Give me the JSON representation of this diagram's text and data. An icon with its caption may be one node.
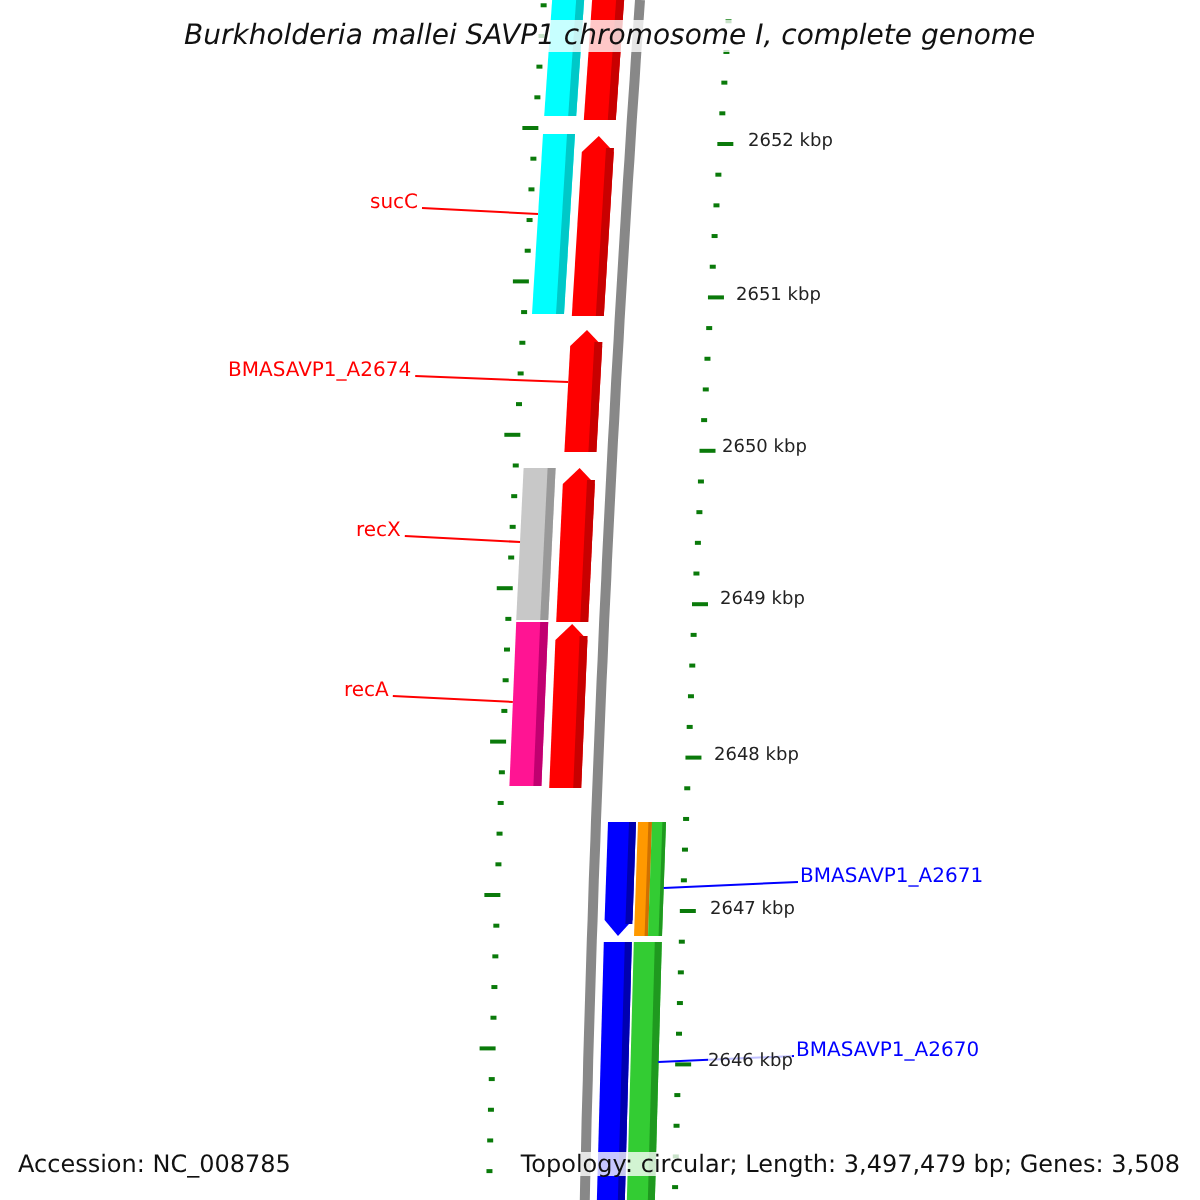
{
  "diagram": {
    "title": "Burkholderia mallei SAVP1 chromosome I, complete genome",
    "nodes": [
      {
        "text": [],
        "shape": "bar"
      },
      {
        "text": [],
        "shape": "bar"
      },
      {
        "text": [
          "sucC"
        ]
      },
      {
        "text": [],
        "shape": "bar"
      },
      {
        "text": [],
        "shape": "arrow"
      },
      {
        "text": [
          "BMASAVP1_A2674"
        ]
      },
      {
        "text": [],
        "shape": "arrow"
      },
      {
        "text": [
          "recX"
        ]
      },
      {
        "text": [],
        "shape": "bar"
      },
      {
        "text": [],
        "shape": "arrow"
      },
      {
        "text": [
          "recA"
        ]
      },
      {
        "text": [],
        "shape": "bar"
      },
      {
        "text": [],
        "shape": "arrow"
      },
      {
        "text": [],
        "shape": "arrow"
      },
      {
        "text": [],
        "shape": "bar"
      },
      {
        "text": [],
        "shape": "bar"
      },
      {
        "text": [
          "BMASAVP1_A2671"
        ]
      },
      {
        "text": [],
        "shape": "bar"
      },
      {
        "text": [],
        "shape": "bar"
      },
      {
        "text": [
          "BMASAVP1_A2670"
        ]
      }
    ],
    "edges": [
      {
        "from": 2,
        "to": 3,
        "arrow": "none"
      },
      {
        "from": 5,
        "to": 6,
        "arrow": "none"
      },
      {
        "from": 7,
        "to": 8,
        "arrow": "none"
      },
      {
        "from": 10,
        "to": 11,
        "arrow": "none"
      },
      {
        "from": 16,
        "to": 15,
        "arrow": "none",
        "color": "#0000ff"
      },
      {
        "from": 19,
        "to": 18,
        "arrow": "none",
        "color": "#0000ff"
      }
    ],
    "labels": [
      "2652 kbp",
      "2651 kbp",
      "2650 kbp",
      "2649 kbp",
      "2648 kbp",
      "2647 kbp",
      "2646 kbp",
      "Accession: NC_008785",
      "Topology: circular; Length: 3,497,479 bp; Genes: 3,508"
    ]
  }
}
